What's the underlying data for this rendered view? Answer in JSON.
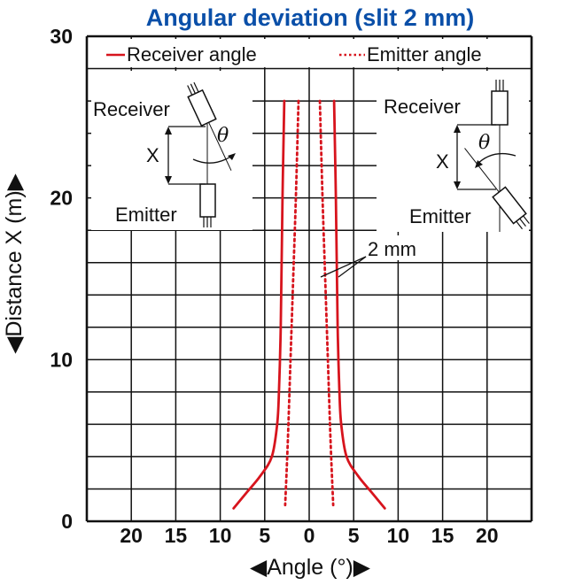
{
  "chart_data": {
    "type": "line",
    "title": "Angular deviation (slit 2 mm)",
    "xlabel": "◀Angle (°)▶",
    "ylabel": "◀Distance X (m)▶",
    "xlim": [
      -25,
      25
    ],
    "ylim": [
      0,
      30
    ],
    "x_tick_labels": [
      "20",
      "15",
      "10",
      "5",
      "0",
      "5",
      "10",
      "15",
      "20"
    ],
    "x_tick_values": [
      -20,
      -15,
      -10,
      -5,
      0,
      5,
      10,
      15,
      20
    ],
    "y_tick_labels": [
      "0",
      "10",
      "20",
      "30"
    ],
    "y_tick_values": [
      0,
      10,
      20,
      30
    ],
    "grid": true,
    "legend_position": "top",
    "annotation": "2 mm",
    "series": [
      {
        "name": "Receiver angle",
        "style": "solid",
        "color": "#d7141d",
        "points": [
          [
            -2.8,
            26
          ],
          [
            -3.0,
            20
          ],
          [
            -3.2,
            12
          ],
          [
            -3.4,
            8
          ],
          [
            -3.6,
            6
          ],
          [
            -4.2,
            4
          ],
          [
            -5.5,
            2.8
          ],
          [
            -7.0,
            1.8
          ],
          [
            -8.5,
            0.8
          ]
        ]
      },
      {
        "name": "Receiver angle",
        "style": "solid",
        "color": "#d7141d",
        "points": [
          [
            2.8,
            26
          ],
          [
            3.0,
            20
          ],
          [
            3.2,
            12
          ],
          [
            3.4,
            8
          ],
          [
            3.6,
            6
          ],
          [
            4.2,
            4
          ],
          [
            5.5,
            2.8
          ],
          [
            7.0,
            1.8
          ],
          [
            8.5,
            0.8
          ]
        ]
      },
      {
        "name": "Emitter angle",
        "style": "dotted",
        "color": "#d7141d",
        "points": [
          [
            -1.2,
            26
          ],
          [
            -1.5,
            20
          ],
          [
            -1.8,
            15
          ],
          [
            -2.1,
            10
          ],
          [
            -2.4,
            5
          ],
          [
            -2.7,
            1
          ]
        ]
      },
      {
        "name": "Emitter angle",
        "style": "dotted",
        "color": "#d7141d",
        "points": [
          [
            1.2,
            26
          ],
          [
            1.5,
            20
          ],
          [
            1.8,
            15
          ],
          [
            2.1,
            10
          ],
          [
            2.4,
            5
          ],
          [
            2.7,
            1
          ]
        ]
      }
    ]
  },
  "legend": {
    "receiver": "Receiver angle",
    "emitter": "Emitter angle"
  },
  "diagrams": {
    "left": {
      "receiver": "Receiver",
      "emitter": "Emitter",
      "distance": "X",
      "angle": "θ"
    },
    "right": {
      "receiver": "Receiver",
      "emitter": "Emitter",
      "distance": "X",
      "angle": "θ"
    }
  },
  "colors": {
    "title": "#0a4fa8",
    "curve": "#d7141d",
    "grid": "#111111"
  }
}
